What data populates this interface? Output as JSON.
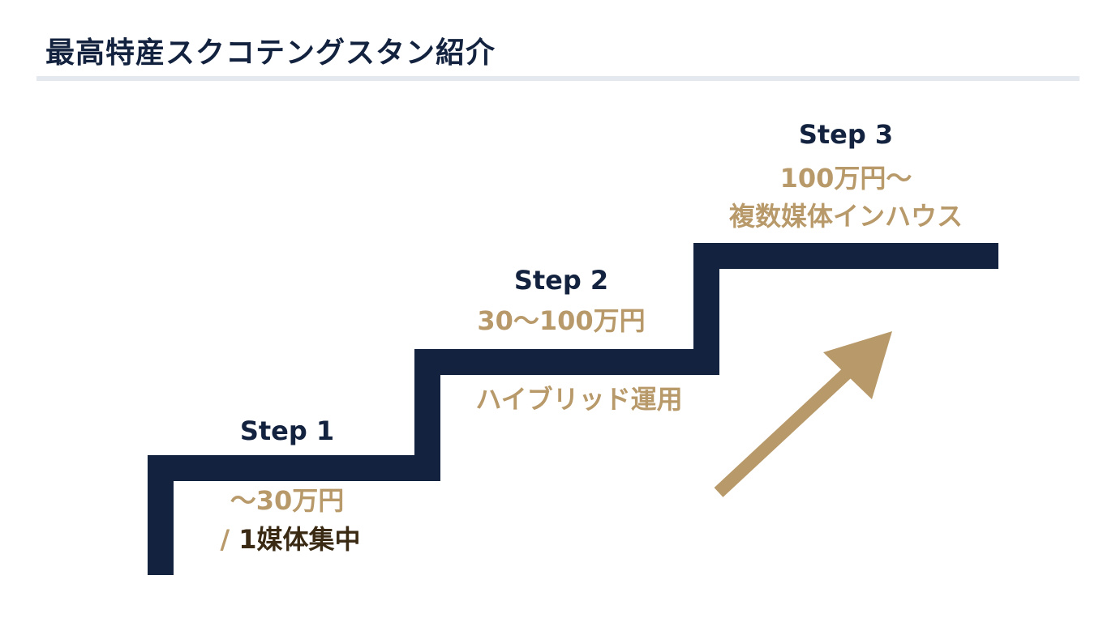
{
  "page": {
    "title": "最高特産スクコテングスタン紹介"
  },
  "colors": {
    "navy": "#13233f",
    "gold": "#b8996a",
    "dark_brown": "#3a2a14",
    "rule": "#e4e8ef"
  },
  "steps": [
    {
      "label": "Step 1",
      "price": "〜30万円",
      "slash": "/",
      "detail": "1媒体集中"
    },
    {
      "label": "Step 2",
      "price": "30〜100万円",
      "detail": "ハイブリッド運用"
    },
    {
      "label": "Step 3",
      "price": "100万円〜",
      "detail": "複数媒体インハウス"
    }
  ],
  "decor": {
    "arrow_icon": "diagonal-up-right-arrow",
    "staircase": "three-step staircase"
  }
}
